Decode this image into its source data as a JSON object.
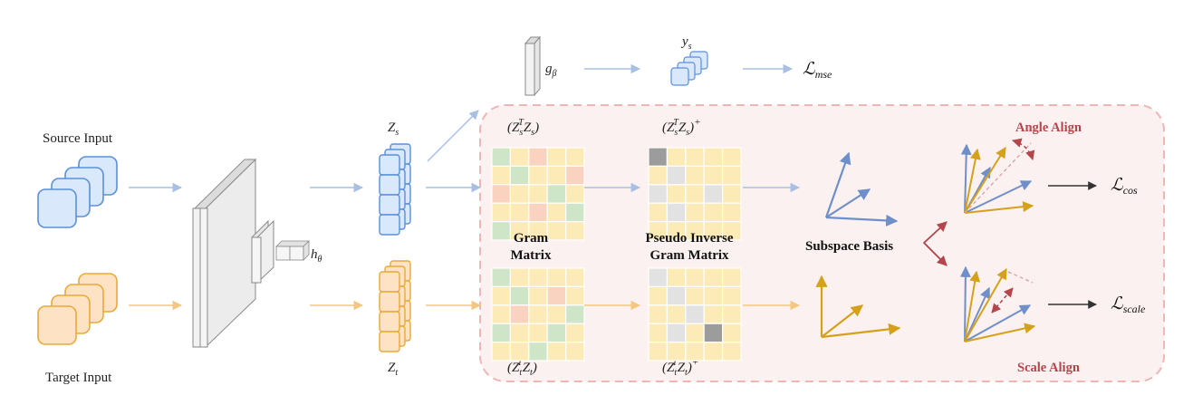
{
  "source_input": "Source Input",
  "target_input": "Target Input",
  "encoder_head": "h",
  "encoder_head_sub": "θ",
  "regressor": "g",
  "regressor_sub": "β",
  "ys": "y",
  "ys_sub": "s",
  "loss_mse": "ℒ",
  "loss_mse_sub": "mse",
  "zs": "Z",
  "zs_sub": "s",
  "zt": "Z",
  "zt_sub": "t",
  "gram_s": {
    "open": "(Z",
    "sub1": "s",
    "sup": "T",
    "mid": "Z",
    "sub2": "s",
    "close": ")",
    "plus": ""
  },
  "pinv_s": {
    "open": "(Z",
    "sub1": "s",
    "sup": "T",
    "mid": "Z",
    "sub2": "s",
    "close": ")",
    "plus": "+"
  },
  "gram_t": {
    "open": "(Z",
    "sub1": "t",
    "sup": "T",
    "mid": "Z",
    "sub2": "t",
    "close": ")",
    "plus": ""
  },
  "pinv_t": {
    "open": "(Z",
    "sub1": "t",
    "sup": "T",
    "mid": "Z",
    "sub2": "t",
    "close": ")",
    "plus": "+"
  },
  "gram_label_1": "Gram",
  "gram_label_2": "Matrix",
  "pinv_label_1": "Pseudo Inverse",
  "pinv_label_2": "Gram Matrix",
  "subspace_basis": "Subspace Basis",
  "angle_align": "Angle Align",
  "scale_align": "Scale Align",
  "loss_cos": "ℒ",
  "loss_cos_sub": "cos",
  "loss_scale": "ℒ",
  "loss_scale_sub": "scale",
  "colors": {
    "source_fill": "#d9e8fb",
    "source_stroke": "#5b8fd9",
    "target_fill": "#fde3c4",
    "target_stroke": "#e8a93a",
    "blue_arrow": "#a9bfe2",
    "orange_arrow": "#f3c77f",
    "blue_vector": "#6f8fc9",
    "gold_vector": "#d6a11a",
    "panel_fill": "#fbf1f1",
    "panel_stroke": "#f0b5b5",
    "align_red": "#b5454b",
    "gram_yellow": "#fdebb7",
    "gram_green": "#cfe5c8",
    "gram_pink": "#f9d2c0",
    "pinv_gray": "#e2e2e2",
    "pinv_dark": "#9c9c9c"
  },
  "gram_s_cells": [
    "g",
    "y",
    "p",
    "y",
    "y",
    "y",
    "g",
    "y",
    "y",
    "p",
    "p",
    "y",
    "y",
    "g",
    "y",
    "y",
    "y",
    "p",
    "y",
    "g",
    "g",
    "y",
    "y",
    "y",
    "y"
  ],
  "pinv_s_cells": [
    "d",
    "y",
    "y",
    "y",
    "y",
    "y",
    "l",
    "y",
    "y",
    "y",
    "l",
    "y",
    "y",
    "l",
    "y",
    "y",
    "l",
    "y",
    "y",
    "y",
    "y",
    "y",
    "y",
    "y",
    "y"
  ],
  "gram_t_cells": [
    "g",
    "y",
    "y",
    "y",
    "y",
    "y",
    "g",
    "y",
    "p",
    "y",
    "y",
    "p",
    "y",
    "y",
    "g",
    "g",
    "y",
    "y",
    "g",
    "y",
    "y",
    "y",
    "g",
    "y",
    "y"
  ],
  "pinv_t_cells": [
    "l",
    "y",
    "y",
    "y",
    "y",
    "y",
    "l",
    "y",
    "y",
    "y",
    "y",
    "y",
    "l",
    "y",
    "y",
    "y",
    "l",
    "y",
    "d",
    "y",
    "y",
    "y",
    "y",
    "y",
    "y"
  ]
}
